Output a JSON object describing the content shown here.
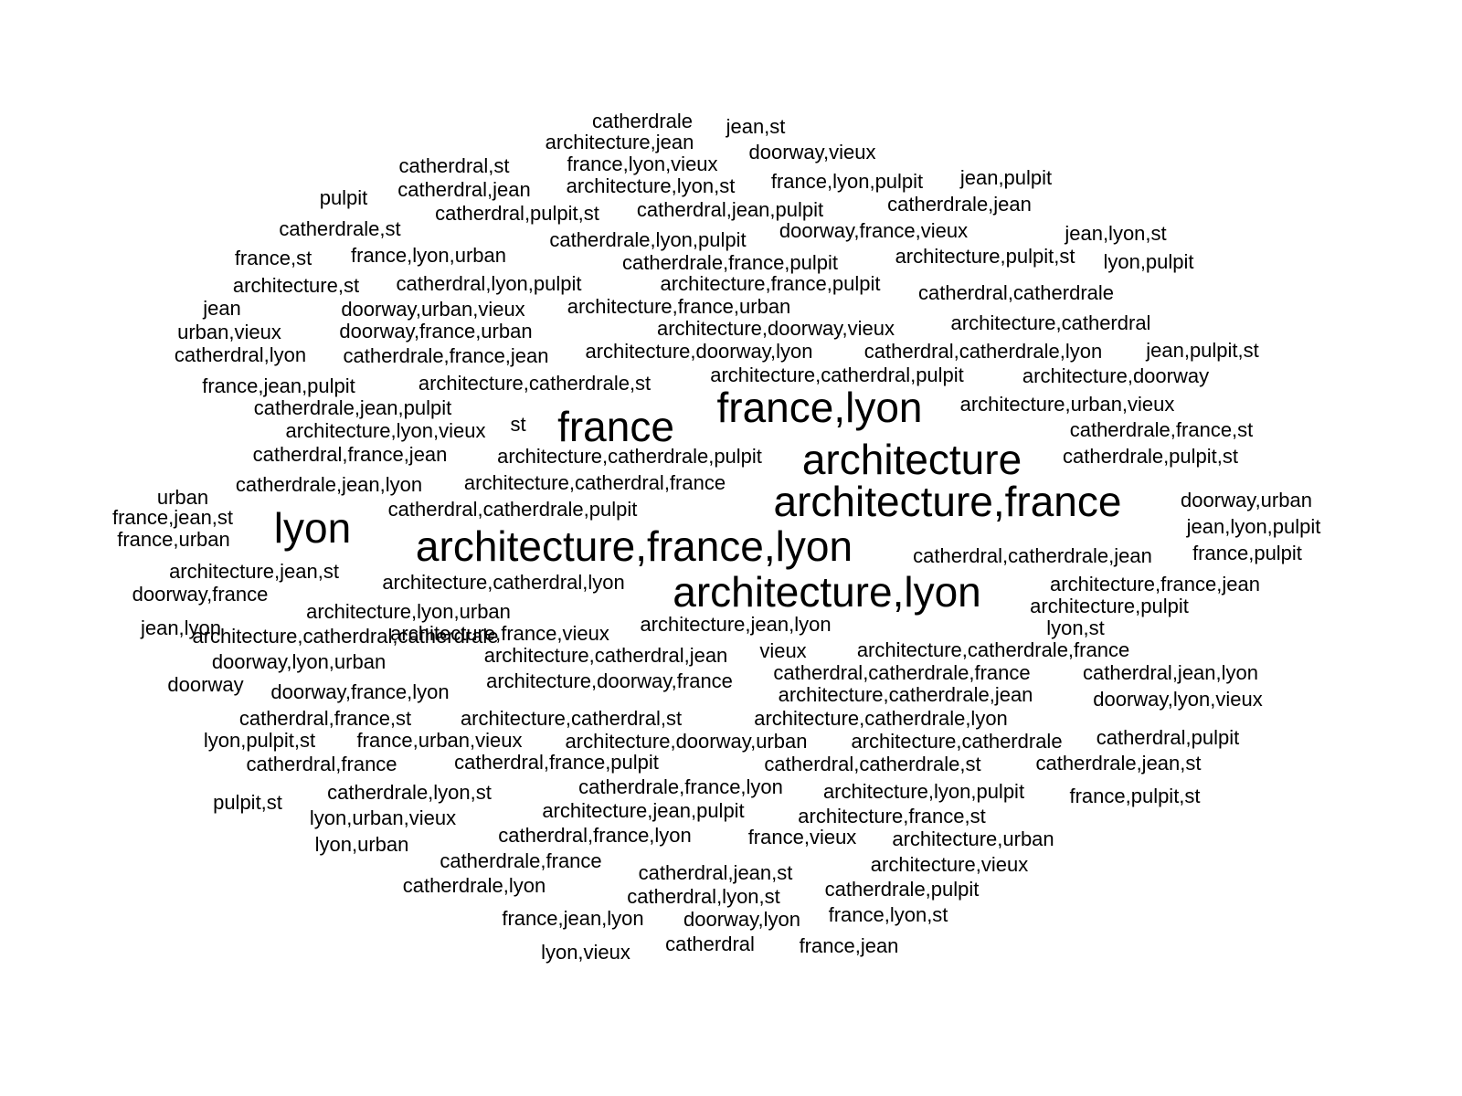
{
  "cloud": {
    "text_color": "#000000",
    "background": "#ffffff",
    "words": [
      {
        "text": "catherdrale"
      },
      {
        "text": "jean,st"
      },
      {
        "text": "architecture,jean"
      },
      {
        "text": "doorway,vieux"
      },
      {
        "text": "catherdral,st"
      },
      {
        "text": "france,lyon,vieux"
      },
      {
        "text": "france,lyon,pulpit"
      },
      {
        "text": "jean,pulpit"
      },
      {
        "text": "pulpit"
      },
      {
        "text": "catherdral,jean"
      },
      {
        "text": "architecture,lyon,st"
      },
      {
        "text": "catherdrale,jean"
      },
      {
        "text": "catherdral,pulpit,st"
      },
      {
        "text": "catherdral,jean,pulpit"
      },
      {
        "text": "catherdrale,st"
      },
      {
        "text": "doorway,france,vieux"
      },
      {
        "text": "jean,lyon,st"
      },
      {
        "text": "catherdrale,lyon,pulpit"
      },
      {
        "text": "france,st"
      },
      {
        "text": "france,lyon,urban"
      },
      {
        "text": "architecture,pulpit,st"
      },
      {
        "text": "catherdrale,france,pulpit"
      },
      {
        "text": "lyon,pulpit"
      },
      {
        "text": "architecture,st"
      },
      {
        "text": "catherdral,lyon,pulpit"
      },
      {
        "text": "architecture,france,pulpit"
      },
      {
        "text": "catherdral,catherdrale"
      },
      {
        "text": "jean"
      },
      {
        "text": "doorway,urban,vieux"
      },
      {
        "text": "architecture,france,urban"
      },
      {
        "text": "architecture,catherdral"
      },
      {
        "text": "urban,vieux"
      },
      {
        "text": "doorway,france,urban"
      },
      {
        "text": "architecture,doorway,vieux"
      },
      {
        "text": "catherdral,lyon"
      },
      {
        "text": "catherdrale,france,jean"
      },
      {
        "text": "architecture,doorway,lyon"
      },
      {
        "text": "catherdral,catherdrale,lyon"
      },
      {
        "text": "jean,pulpit,st"
      },
      {
        "text": "architecture,catherdral,pulpit"
      },
      {
        "text": "architecture,doorway"
      },
      {
        "text": "france,jean,pulpit"
      },
      {
        "text": "architecture,catherdrale,st"
      },
      {
        "text": "france,lyon"
      },
      {
        "text": "architecture,urban,vieux"
      },
      {
        "text": "catherdrale,jean,pulpit"
      },
      {
        "text": "france"
      },
      {
        "text": "architecture,lyon,vieux"
      },
      {
        "text": "st"
      },
      {
        "text": "catherdrale,france,st"
      },
      {
        "text": "architecture"
      },
      {
        "text": "catherdral,france,jean"
      },
      {
        "text": "architecture,catherdrale,pulpit"
      },
      {
        "text": "catherdrale,pulpit,st"
      },
      {
        "text": "catherdrale,jean,lyon"
      },
      {
        "text": "architecture,catherdral,france"
      },
      {
        "text": "architecture,france"
      },
      {
        "text": "urban"
      },
      {
        "text": "doorway,urban"
      },
      {
        "text": "france,jean,st"
      },
      {
        "text": "catherdral,catherdrale,pulpit"
      },
      {
        "text": "lyon"
      },
      {
        "text": "jean,lyon,pulpit"
      },
      {
        "text": "france,urban"
      },
      {
        "text": "architecture,france,lyon"
      },
      {
        "text": "catherdral,catherdrale,jean"
      },
      {
        "text": "france,pulpit"
      },
      {
        "text": "architecture,jean,st"
      },
      {
        "text": "architecture,catherdral,lyon"
      },
      {
        "text": "architecture,lyon"
      },
      {
        "text": "architecture,france,jean"
      },
      {
        "text": "doorway,france"
      },
      {
        "text": "architecture,pulpit"
      },
      {
        "text": "architecture,lyon,urban"
      },
      {
        "text": "jean,lyon"
      },
      {
        "text": "architecture,catherdral,catherdrale"
      },
      {
        "text": "architecture,france,vieux"
      },
      {
        "text": "architecture,jean,lyon"
      },
      {
        "text": "lyon,st"
      },
      {
        "text": "doorway,lyon,urban"
      },
      {
        "text": "architecture,catherdral,jean"
      },
      {
        "text": "vieux"
      },
      {
        "text": "architecture,catherdrale,france"
      },
      {
        "text": "doorway"
      },
      {
        "text": "architecture,doorway,france"
      },
      {
        "text": "catherdral,catherdrale,france"
      },
      {
        "text": "catherdral,jean,lyon"
      },
      {
        "text": "doorway,france,lyon"
      },
      {
        "text": "architecture,catherdrale,jean"
      },
      {
        "text": "doorway,lyon,vieux"
      },
      {
        "text": "catherdral,france,st"
      },
      {
        "text": "architecture,catherdral,st"
      },
      {
        "text": "architecture,catherdrale,lyon"
      },
      {
        "text": "lyon,pulpit,st"
      },
      {
        "text": "france,urban,vieux"
      },
      {
        "text": "architecture,doorway,urban"
      },
      {
        "text": "architecture,catherdrale"
      },
      {
        "text": "catherdral,pulpit"
      },
      {
        "text": "catherdral,france"
      },
      {
        "text": "catherdral,france,pulpit"
      },
      {
        "text": "catherdral,catherdrale,st"
      },
      {
        "text": "catherdrale,jean,st"
      },
      {
        "text": "catherdrale,france,lyon"
      },
      {
        "text": "pulpit,st"
      },
      {
        "text": "catherdrale,lyon,st"
      },
      {
        "text": "architecture,lyon,pulpit"
      },
      {
        "text": "france,pulpit,st"
      },
      {
        "text": "lyon,urban,vieux"
      },
      {
        "text": "architecture,jean,pulpit"
      },
      {
        "text": "architecture,france,st"
      },
      {
        "text": "catherdral,france,lyon"
      },
      {
        "text": "france,vieux"
      },
      {
        "text": "architecture,urban"
      },
      {
        "text": "lyon,urban"
      },
      {
        "text": "catherdrale,france"
      },
      {
        "text": "architecture,vieux"
      },
      {
        "text": "catherdral,jean,st"
      },
      {
        "text": "catherdrale,lyon"
      },
      {
        "text": "catherdrale,pulpit"
      },
      {
        "text": "catherdral,lyon,st"
      },
      {
        "text": "france,jean,lyon"
      },
      {
        "text": "doorway,lyon"
      },
      {
        "text": "france,lyon,st"
      },
      {
        "text": "catherdral"
      },
      {
        "text": "france,jean"
      },
      {
        "text": "lyon,vieux"
      }
    ]
  }
}
